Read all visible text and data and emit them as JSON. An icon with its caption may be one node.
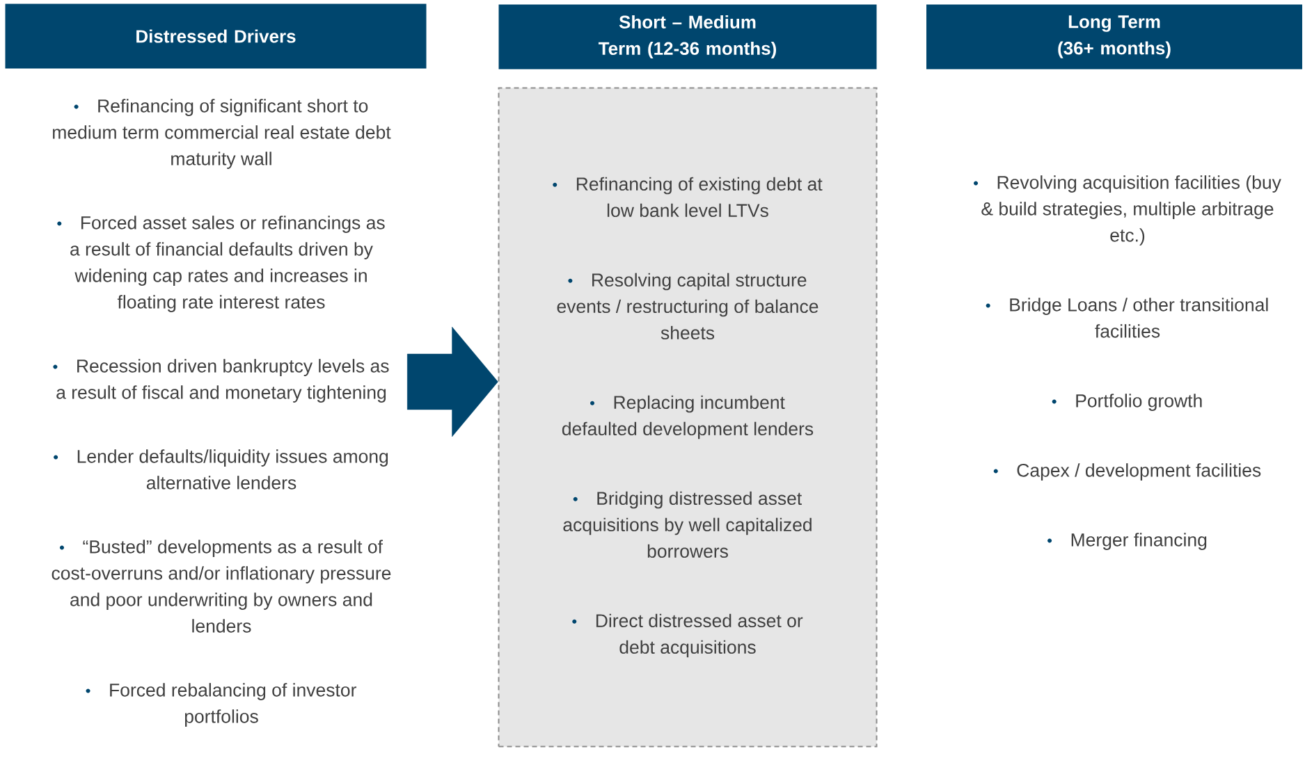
{
  "diagram": {
    "nodes": [
      {
        "text": [
          "Distressed Drivers"
        ]
      },
      {
        "text": [
          "Short – Medium Term (12-36 months)"
        ]
      },
      {
        "text": [
          "Long Term (36+ months)"
        ]
      },
      {
        "text": [
          "Refinancing of significant short to medium term commercial real estate debt maturity wall",
          "Forced asset sales or refinancings as a result of financial defaults driven by widening cap rates and increases in floating rate interest rates",
          "Recession driven bankruptcy levels as a result of fiscal and monetary tightening",
          "Lender defaults/liquidity issues among alternative lenders",
          "“Busted” developments as a result of cost-overruns and/or inflationary pressure and poor underwriting by owners and lenders",
          "Forced rebalancing of investor portfolios"
        ]
      },
      {
        "text": [
          "Refinancing of existing debt at low bank level LTVs",
          "Resolving capital structure events / restructuring of balance sheets",
          "Replacing incumbent defaulted development lenders",
          "Bridging distressed asset acquisitions by well capitalized borrowers",
          "Direct distressed asset or debt acquisitions"
        ]
      }
    ],
    "edges": [
      {
        "from": 3,
        "to": 4,
        "arrow": "to"
      }
    ],
    "labels": [
      "Revolving acquisition facilities (buy & build strategies, multiple arbitrage etc.)",
      "Bridge Loans / other transitional facilities",
      "Portfolio growth",
      "Capex / development facilities",
      "Merger financing"
    ]
  }
}
